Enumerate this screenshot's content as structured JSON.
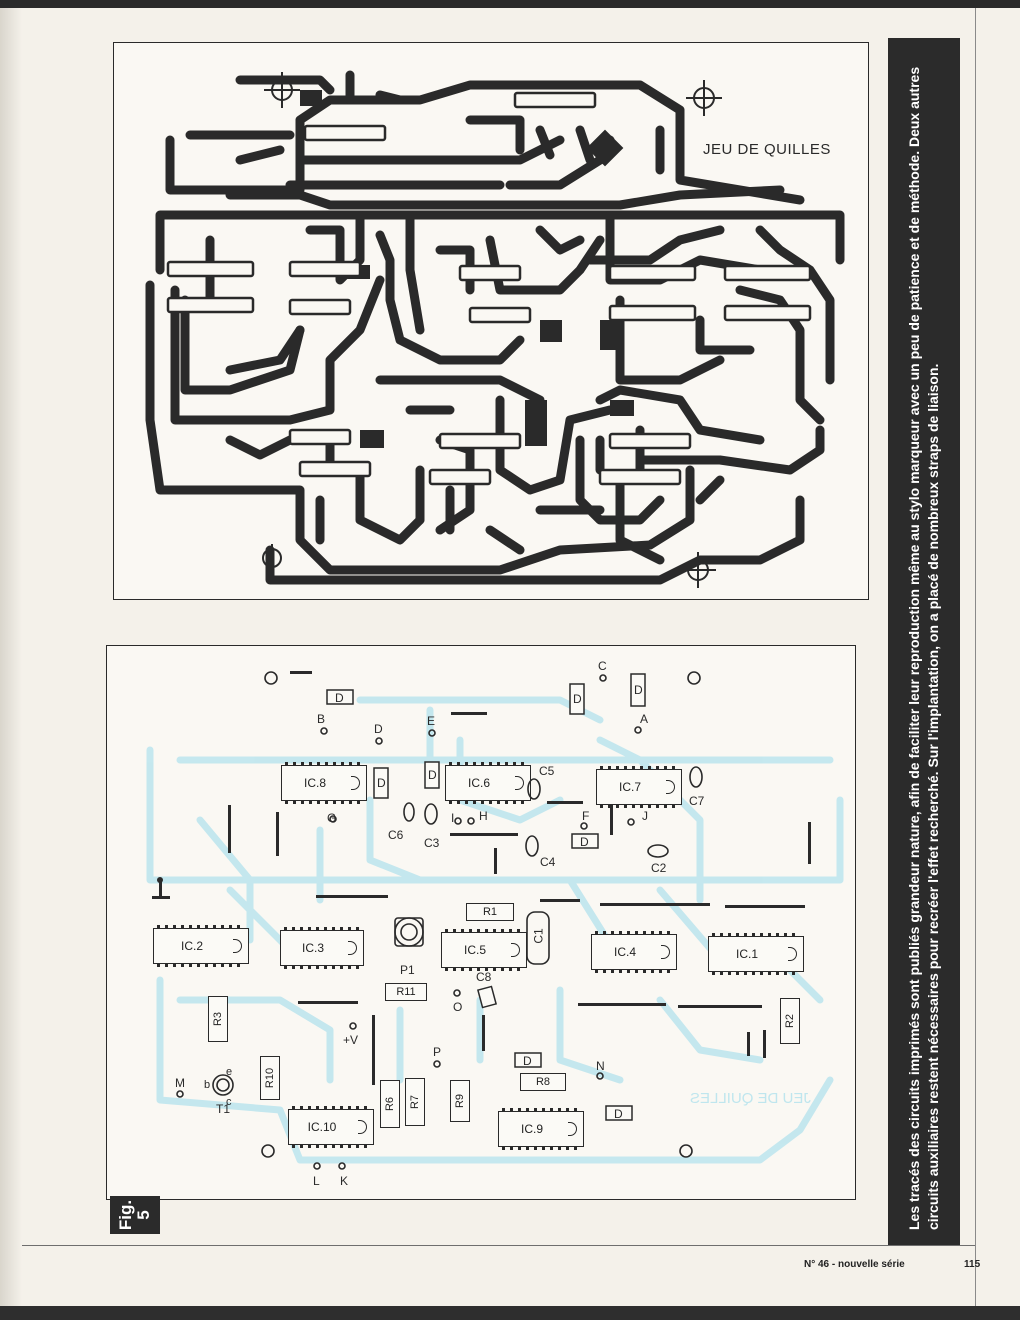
{
  "figure": {
    "label": "Fig.\n5"
  },
  "pcb_panel": {
    "title": "JEU DE QUILLES"
  },
  "implant_panel": {
    "ghost_title": "JEU DE QUILLES",
    "ics": [
      "IC.8",
      "IC.6",
      "IC.7",
      "IC.2",
      "IC.3",
      "IC.5",
      "IC.4",
      "IC.1",
      "IC.10",
      "IC.9"
    ],
    "resistors": [
      "R1",
      "R11",
      "R3",
      "R2",
      "R10",
      "R6",
      "R7",
      "R9",
      "R8"
    ],
    "capacitors": [
      "C5",
      "C7",
      "C6",
      "C3",
      "C4",
      "C2",
      "C1",
      "C8"
    ],
    "diode": "D",
    "points": [
      "B",
      "D",
      "E",
      "C",
      "A",
      "G",
      "H",
      "I",
      "F",
      "J",
      "+V",
      "P",
      "N",
      "M",
      "L",
      "K",
      "O"
    ],
    "potentiometer": "P1",
    "transistor": {
      "name": "T1",
      "pins": [
        "b",
        "e",
        "c"
      ]
    }
  },
  "caption": "Les tracés des circuits imprimés sont publiés grandeur nature, afin de faciliter leur reproduction même au stylo marqueur avec un peu de patience et de méthode. Deux autres circuits auxiliaires restent nécessaires pour recréer l'effet recherché. Sur l'implantation, on a placé de nombreux straps de liaison.",
  "footer": {
    "issue": "N° 46 - nouvelle série",
    "page": "115"
  },
  "colors": {
    "ink": "#2a2a2a",
    "ghost_traces": "#bfe6ee",
    "caption_bg": "#2b2b2b"
  }
}
